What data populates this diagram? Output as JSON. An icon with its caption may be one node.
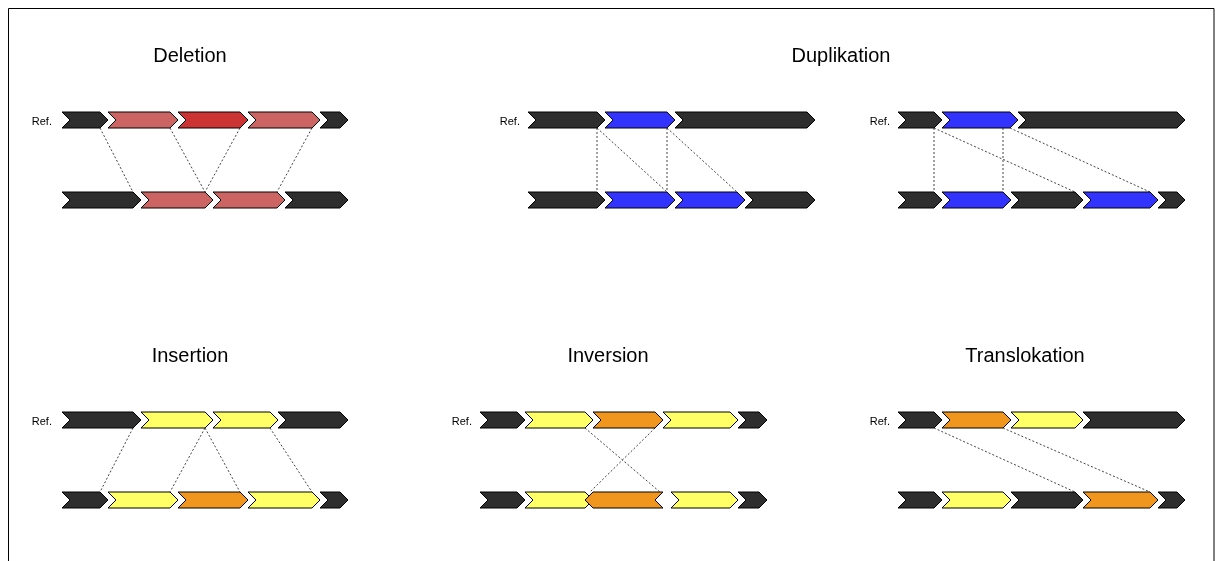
{
  "diagram": {
    "labels": [
      "Deletion",
      "Duplikation",
      "Ref.",
      "Ref.",
      "Ref.",
      "Insertion",
      "Inversion",
      "Translokation",
      "Ref.",
      "Ref.",
      "Ref."
    ]
  }
}
